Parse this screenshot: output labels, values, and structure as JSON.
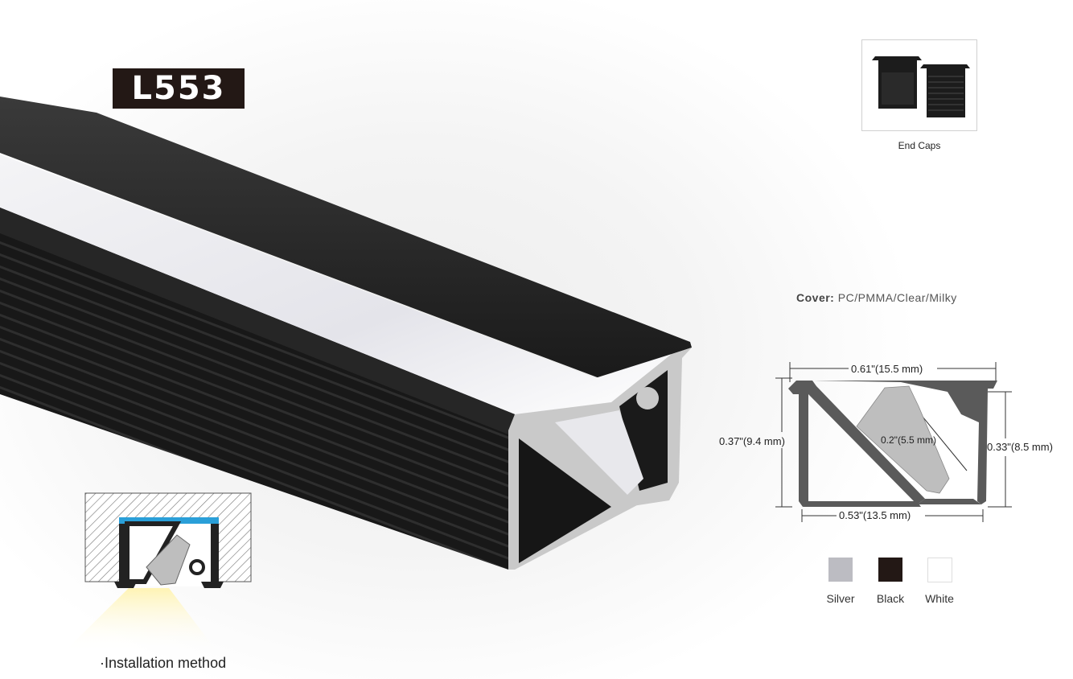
{
  "product": {
    "model": "L553"
  },
  "end_caps": {
    "label": "End Caps",
    "icon": "end-caps-image"
  },
  "cover": {
    "label": "Cover:",
    "value": "PC/PMMA/Clear/Milky"
  },
  "dimensions": {
    "width_top": "0.61\"(15.5 mm)",
    "height_left": "0.37\"(9.4 mm)",
    "diffuser_width": "0.2\"(5.5 mm)",
    "height_right": "0.33\"(8.5 mm)",
    "width_bottom": "0.53\"(13.5 mm)"
  },
  "colors": [
    {
      "name": "Silver",
      "hex": "#bcbcc2"
    },
    {
      "name": "Black",
      "hex": "#231815"
    },
    {
      "name": "White",
      "hex": "#ffffff"
    }
  ],
  "installation": {
    "label": "·Installation method"
  }
}
